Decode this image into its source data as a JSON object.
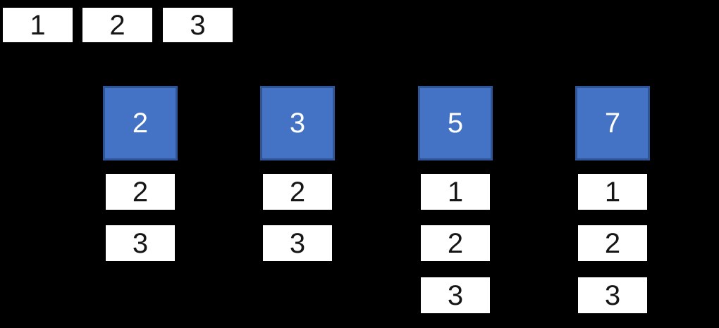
{
  "canvas": {
    "background": "#000000"
  },
  "colors": {
    "bucket_fill": "#4472C4",
    "bucket_border": "#2F5597",
    "cell_fill": "#FFFFFF",
    "cell_text": "#161616",
    "bucket_text": "#FFFFFF"
  },
  "top_row": {
    "cells": [
      "1",
      "2",
      "3"
    ]
  },
  "buckets": [
    {
      "key": "2",
      "values": [
        "2",
        "3"
      ]
    },
    {
      "key": "3",
      "values": [
        "2",
        "3"
      ]
    },
    {
      "key": "5",
      "values": [
        "1",
        "2",
        "3"
      ]
    },
    {
      "key": "7",
      "values": [
        "1",
        "2",
        "3"
      ]
    }
  ]
}
